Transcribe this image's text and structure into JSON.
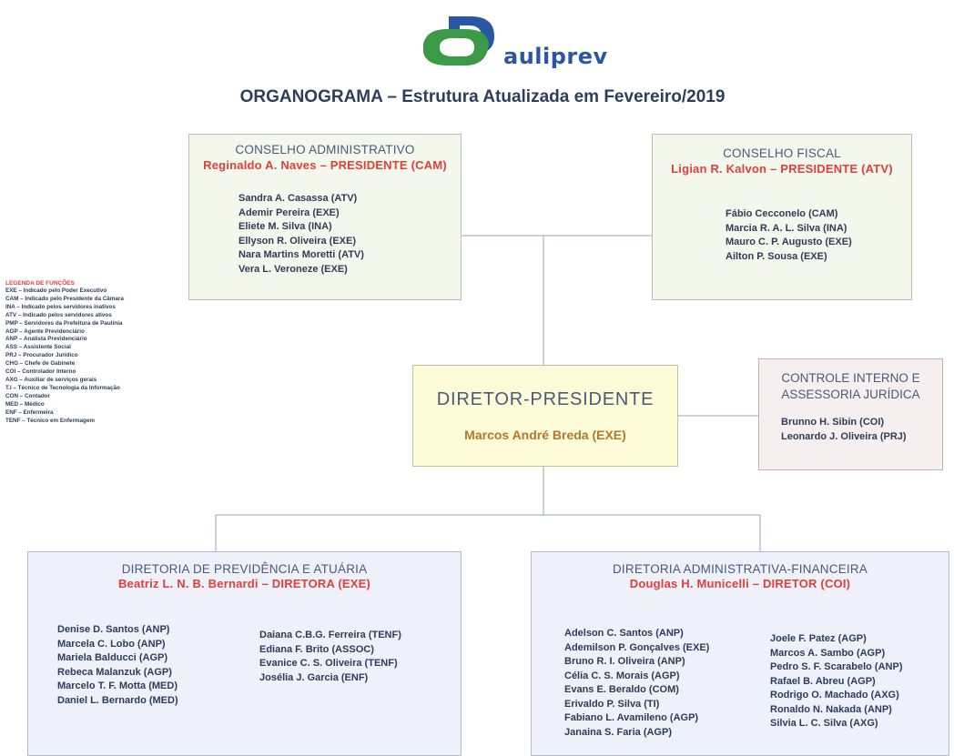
{
  "brand": {
    "name": "auliprev",
    "colors": {
      "green": "#3a9a47",
      "blue": "#2a56a3",
      "red": "#e0403a",
      "navy": "#2d3e5c",
      "gold": "#b5772c"
    }
  },
  "title": "ORGANOGRAMA – Estrutura Atualizada em Fevereiro/2019",
  "conselho_admin": {
    "title": "CONSELHO ADMINISTRATIVO",
    "president": "Reginaldo A. Naves – PRESIDENTE (CAM)",
    "members": [
      "Sandra A. Casassa (ATV)",
      "Ademir Pereira (EXE)",
      "Eliete M. Silva (INA)",
      "Ellyson R. Oliveira (EXE)",
      "Nara Martins Moretti (ATV)",
      "Vera L. Veroneze (EXE)"
    ]
  },
  "conselho_fiscal": {
    "title": "CONSELHO FISCAL",
    "president": "Ligian R. Kalvon – PRESIDENTE (ATV)",
    "members": [
      "Fábio Cecconelo (CAM)",
      "Marcia R. A. L. Silva (INA)",
      "Mauro C. P. Augusto (EXE)",
      "Ailton P. Sousa (EXE)"
    ]
  },
  "diretor_presidente": {
    "title": "DIRETOR-PRESIDENTE",
    "name": "Marcos André Breda (EXE)"
  },
  "controle_interno": {
    "title_line1": "CONTROLE INTERNO E",
    "title_line2": "ASSESSORIA JURÍDICA",
    "members": [
      "Brunno H. Sibin (COI)",
      "Leonardo J. Oliveira (PRJ)"
    ]
  },
  "legend": {
    "title": "LEGENDA DE FUNÇÕES",
    "items": [
      "EXE – Indicado pelo Poder Executivo",
      "CAM – Indicado pelo Presidente da Câmara",
      "INA – Indicado pelos servidores inativos",
      "ATV – Indicado pelos servidores ativos",
      "PMP – Servidores da Prefeitura de Paulínia",
      "AGP – Agente Previdenciário",
      "ANP – Analista Previdenciário",
      "ASS – Assistente Social",
      "PRJ – Procurador Jurídico",
      "CHG – Chefe de Gabinete",
      "COI – Controlador Interno",
      "AXG – Auxiliar de serviços gerais",
      "T.I – Técnico de Tecnologia da Informação",
      "CON – Contador",
      "MED – Médico",
      "ENF – Enfermeira",
      "TENF – Técnico em Enfermagem"
    ]
  },
  "diretoria_prev": {
    "title": "DIRETORIA DE PREVIDÊNCIA E ATUÁRIA",
    "director": "Beatriz L. N. B. Bernardi – DIRETORA (EXE)",
    "col1": [
      "Denise D. Santos (ANP)",
      "Marcela C. Lobo (ANP)",
      "Mariela Balducci (AGP)",
      "Rebeca Malanzuk (AGP)",
      "Marcelo T. F. Motta (MED)",
      "Daniel L. Bernardo (MED)"
    ],
    "col2": [
      "Daiana C.B.G. Ferreira (TENF)",
      "Ediana F. Brito (ASSOC)",
      "Evanice C. S. Oliveira (TENF)",
      "Josélia J. Garcia (ENF)"
    ]
  },
  "diretoria_adm": {
    "title": "DIRETORIA ADMINISTRATIVA-FINANCEIRA",
    "director": "Douglas H. Municelli – DIRETOR (COI)",
    "col1": [
      "Adelson C. Santos (ANP)",
      "Ademilson P. Gonçalves (EXE)",
      "Bruno R. I. Oliveira (ANP)",
      "Célia C. S. Morais (AGP)",
      "Evans E. Beraldo (COM)",
      "Erivaldo P. Silva (TI)",
      "Fabiano L. Avamileno (AGP)",
      "Janaina S. Faria (AGP)"
    ],
    "col2": [
      "Joele F. Patez (AGP)",
      "Marcos A. Sambo (AGP)",
      "Pedro S. F. Scarabelo (ANP)",
      "Rafael B. Abreu (AGP)",
      "Rodrigo O. Machado (AXG)",
      "Ronaldo N. Nakada (ANP)",
      "Silvia L. C. Silva (AXG)"
    ]
  }
}
